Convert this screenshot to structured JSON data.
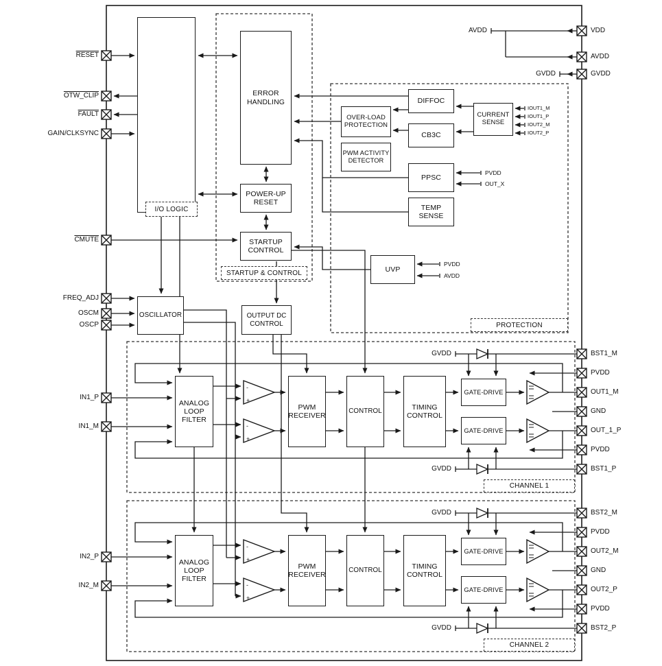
{
  "colors": {
    "stroke": "#1a1a1a",
    "background": "#ffffff"
  },
  "pins": {
    "left": [
      {
        "label": "RESET",
        "overline": true
      },
      {
        "label": "OTW_CLIP",
        "overline": true
      },
      {
        "label": "FAULT",
        "overline": true
      },
      {
        "label": "GAIN/CLKSYNC",
        "overline": false
      },
      {
        "label": "CMUTE",
        "overline": true
      },
      {
        "label": "FREQ_ADJ",
        "overline": false
      },
      {
        "label": "OSCM",
        "overline": false
      },
      {
        "label": "OSCP",
        "overline": false
      },
      {
        "label": "IN1_P",
        "overline": false
      },
      {
        "label": "IN1_M",
        "overline": false
      },
      {
        "label": "IN2_P",
        "overline": false
      },
      {
        "label": "IN2_M",
        "overline": false
      }
    ],
    "right": [
      "VDD",
      "AVDD",
      "GVDD",
      "BST1_M",
      "PVDD",
      "OUT1_M",
      "GND",
      "OUT_1_P",
      "PVDD",
      "BST1_P",
      "BST2_M",
      "PVDD",
      "OUT2_M",
      "GND",
      "OUT2_P",
      "PVDD",
      "BST2_P"
    ]
  },
  "blocks": {
    "io_logic": "I/O LOGIC",
    "error_handling": "ERROR\nHANDLING",
    "power_up_reset": "POWER-UP\nRESET",
    "startup_control": "STARTUP\nCONTROL",
    "over_load_protection": "OVER-LOAD\nPROTECTION",
    "diffoc": "DIFFOC",
    "cb3c": "CB3C",
    "current_sense": "CURRENT\nSENSE",
    "pwm_activity_detector": "PWM ACTIVITY\nDETECTOR",
    "ppsc": "PPSC",
    "temp_sense": "TEMP\nSENSE",
    "uvp": "UVP",
    "oscillator": "OSCILLATOR",
    "output_dc_control": "OUTPUT DC\nCONTROL",
    "analog_loop_filter": "ANALOG\nLOOP\nFILTER",
    "pwm_receiver": "PWM\nRECEIVER",
    "control": "CONTROL",
    "timing_control": "TIMING\nCONTROL",
    "gate_drive": "GATE-DRIVE"
  },
  "regions": {
    "startup_control": "STARTUP & CONTROL",
    "protection": "PROTECTION",
    "channel1": "CHANNEL 1",
    "channel2": "CHANNEL 2"
  },
  "signals": {
    "avdd": "AVDD",
    "gvdd": "GVDD",
    "pvdd": "PVDD",
    "out_x": "OUT_X",
    "iout1_m": "IOUT1_M",
    "iout1_p": "IOUT1_P",
    "iout2_m": "IOUT2_M",
    "iout2_p": "IOUT2_P"
  },
  "glyphs": {
    "plus": "+",
    "minus": "-"
  }
}
